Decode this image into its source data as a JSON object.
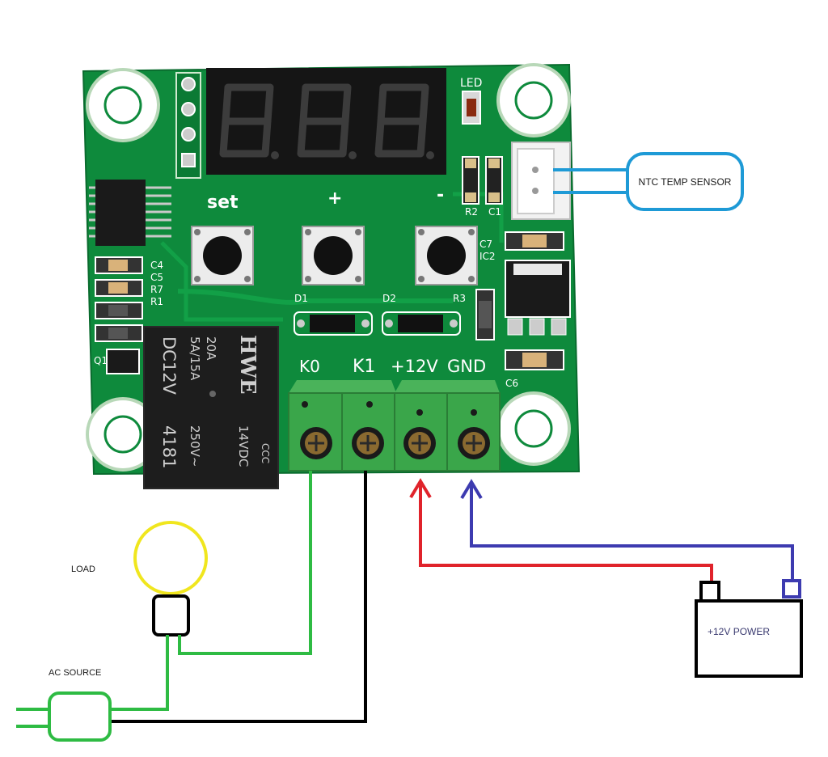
{
  "board": {
    "button_labels": {
      "set": "set",
      "plus": "+",
      "minus": "-"
    },
    "terminal_labels": [
      "K0",
      "K1",
      "+12V",
      "GND"
    ],
    "led_label": "LED",
    "component_labels": {
      "r2": "R2",
      "c1": "C1",
      "c7": "C7",
      "ic2": "IC2",
      "c4": "C4",
      "c5": "C5",
      "r7": "R7",
      "r1": "R1",
      "q1": "Q1",
      "d1": "D1",
      "d2": "D2",
      "r3": "R3",
      "c6": "C6"
    },
    "relay": {
      "brand": "HWE",
      "lines": [
        "20A",
        "5A/15A",
        "250V~",
        "14VDC"
      ],
      "model_lines": [
        "DC12V",
        "4181"
      ],
      "cert": "CCC"
    }
  },
  "labels": {
    "ntc_sensor": "NTC TEMP SENSOR",
    "load": "LOAD",
    "ac_source": "AC SOURCE",
    "power": "+12V POWER"
  },
  "colors": {
    "pcb": "#0e8a3c",
    "terminal_block": "#3aa64a",
    "sensor_wire": "#1e9ad6",
    "load_wire": "#2ebb43",
    "k1_wire": "#000000",
    "positive_wire": "#e0232b",
    "ground_wire": "#3d3bb0",
    "load_bulb": "#f0e61e"
  }
}
